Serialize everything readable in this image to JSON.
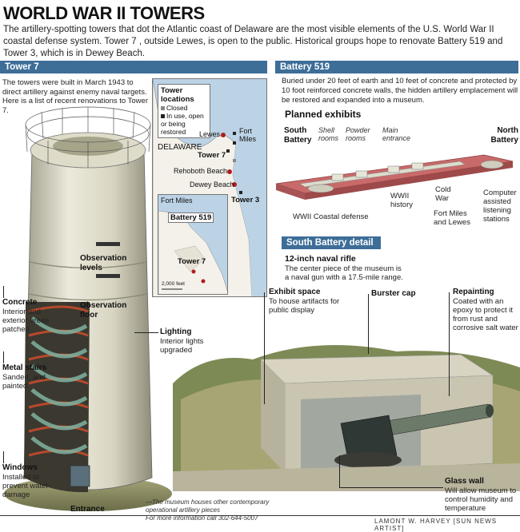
{
  "title": "WORLD WAR II TOWERS",
  "intro": "The artillery-spotting towers that dot the Atlantic coast of Delaware are the most visible elements of the U.S. World War II coastal defense system. Tower 7 , outside Lewes, is open to the public. Historical groups hope to renovate Battery 519 and Tower 3, which is in Dewey Beach.",
  "tower7": {
    "header": "Tower 7",
    "desc": "The towers were built in March 1943 to direct artillery against enemy naval targets. Here is a list of recent renovations to Tower 7.",
    "labels": {
      "observation_levels": "Observation levels",
      "observation_floor": "Observation floor",
      "concrete_title": "Concrete",
      "concrete_desc": "Interior and exterior areas patched",
      "lighting_title": "Lighting",
      "lighting_desc": "Interior lights upgraded",
      "stairs_title": "Metal stairs",
      "stairs_desc": "Sanded, and painted",
      "windows_title": "Windows",
      "windows_desc": "Installed to prevent water damage",
      "entrance": "Entrance"
    }
  },
  "map": {
    "legend_title": "Tower locations",
    "legend_closed": "Closed",
    "legend_open": "In use, open or being restored",
    "places": {
      "lewes": "Lewes",
      "fort_miles": "Fort Miles",
      "delaware": "DELAWARE",
      "tower7": "Tower 7",
      "rehoboth": "Rehoboth Beach",
      "dewey": "Dewey Beach",
      "tower3": "Tower 3"
    },
    "inset": {
      "fort_miles": "Fort Miles",
      "battery": "Battery 519",
      "tower7": "Tower 7",
      "scale": "2,000 feet"
    }
  },
  "battery519": {
    "header": "Battery 519",
    "desc": "Buried under 20 feet of earth and 10 feet of concrete and protected by 10 foot reinforced concrete walls, the hidden artillery emplacement will be restored and expanded into a museum.",
    "planned_title": "Planned exhibits",
    "labels": {
      "south_battery": "South Battery",
      "shell_rooms": "Shell rooms",
      "powder_rooms": "Powder rooms",
      "main_entrance": "Main entrance",
      "north_battery": "North Battery",
      "coastal_defense": "WWII Coastal defense",
      "wwii_history": "WWII history",
      "cold_war": "Cold War",
      "fort_miles_lewes": "Fort Miles and Lewes",
      "computer": "Computer assisted listening stations"
    }
  },
  "south_detail": {
    "header": "South Battery detail",
    "rifle_title": "12-inch naval rifle",
    "rifle_desc": "The center piece of the museum is a naval gun with a 17.5-mile range.",
    "exhibit_title": "Exhibit space",
    "exhibit_desc": "To house artifacts for public display",
    "burster": "Burster cap",
    "repaint_title": "Repainting",
    "repaint_desc": "Coated with an epoxy to protect it from rust and corrosive salt water",
    "glass_title": "Glass wall",
    "glass_desc": "Will allow museum to control humidity and temperature",
    "footnote1": "—The museum houses other contemporary operational artillery pieces",
    "footnote2": "For more information call 302-644-5007"
  },
  "credit": "LAMONT W. HARVEY [SUN NEWS ARTIST]",
  "colors": {
    "header_bar": "#3d6e98",
    "water": "#bcd3e6",
    "land": "#f4f1ea",
    "concrete": "#d9d6c6",
    "stairs": "#b64a2c"
  }
}
